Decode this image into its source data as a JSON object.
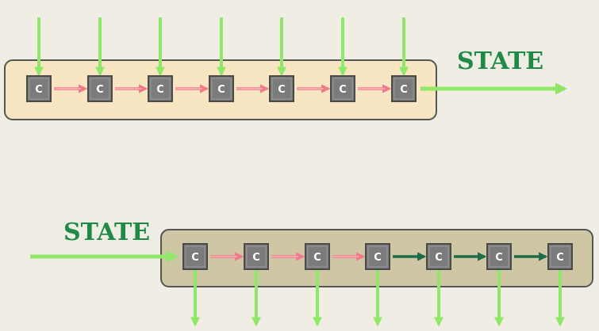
{
  "encoder": {
    "state_label": "STATE",
    "cell_label": "C",
    "cell_count": 7,
    "container_color": "#f8e6c3",
    "link_color": "#f07a8a"
  },
  "decoder": {
    "state_label": "STATE",
    "cell_label": "C",
    "cell_count": 7,
    "container_color": "#cfc6a3",
    "links": [
      "pink",
      "pink",
      "pink",
      "dark-green",
      "dark-green",
      "dark-green"
    ]
  },
  "colors": {
    "background": "#f0ede4",
    "cell": "#7b7b7b",
    "arrow": "#8fe86a",
    "label_green": "#1e8a45",
    "pink": "#f07a8a",
    "dark_green": "#1e6b4a"
  }
}
